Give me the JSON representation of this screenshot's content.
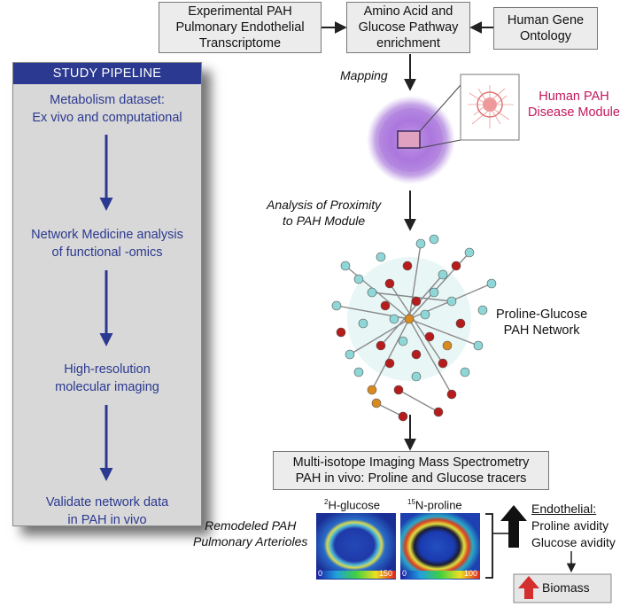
{
  "top_boxes": {
    "transcriptome": [
      "Experimental PAH",
      "Pulmonary Endothelial",
      "Transcriptome"
    ],
    "enrichment": [
      "Amino Acid and",
      "Glucose Pathway",
      "enrichment"
    ],
    "ontology": [
      "Human Gene",
      "Ontology"
    ]
  },
  "labels": {
    "mapping": "Mapping",
    "disease_module": [
      "Human PAH",
      "Disease Module"
    ],
    "proximity": [
      "Analysis of Proximity",
      "to PAH Module"
    ],
    "network": [
      "Proline-Glucose",
      "PAH Network"
    ],
    "remodeled": [
      "Remodeled PAH",
      "Pulmonary Arterioles"
    ]
  },
  "mims_box": [
    "Multi-isotope Imaging Mass Spectrometry",
    "PAH in vivo: Proline and Glucose tracers"
  ],
  "images": {
    "glucose": {
      "sup": "2",
      "name": "H-glucose",
      "scale_min": "0",
      "scale_max": "150"
    },
    "proline": {
      "sup": "15",
      "name": "N-proline",
      "scale_min": "0",
      "scale_max": "100"
    }
  },
  "outcome": {
    "title": "Endothelial:",
    "lines": [
      "Proline avidity",
      "Glucose avidity"
    ],
    "result": "Biomass"
  },
  "pipeline": {
    "header": "STUDY PIPELINE",
    "steps": [
      [
        "Metabolism dataset:",
        "Ex vivo and computational"
      ],
      [
        "Network Medicine analysis",
        "of functional -omics"
      ],
      [
        "High-resolution",
        "molecular imaging"
      ],
      [
        "Validate network data",
        "in PAH in vivo"
      ]
    ]
  },
  "colors": {
    "pipeline": "#2b3990",
    "module": "#c2185b",
    "node_red": "#b71c1c",
    "node_cyan": "#8fd6d6",
    "node_orange": "#d98a1e",
    "arrow_red": "#d32f2f"
  }
}
